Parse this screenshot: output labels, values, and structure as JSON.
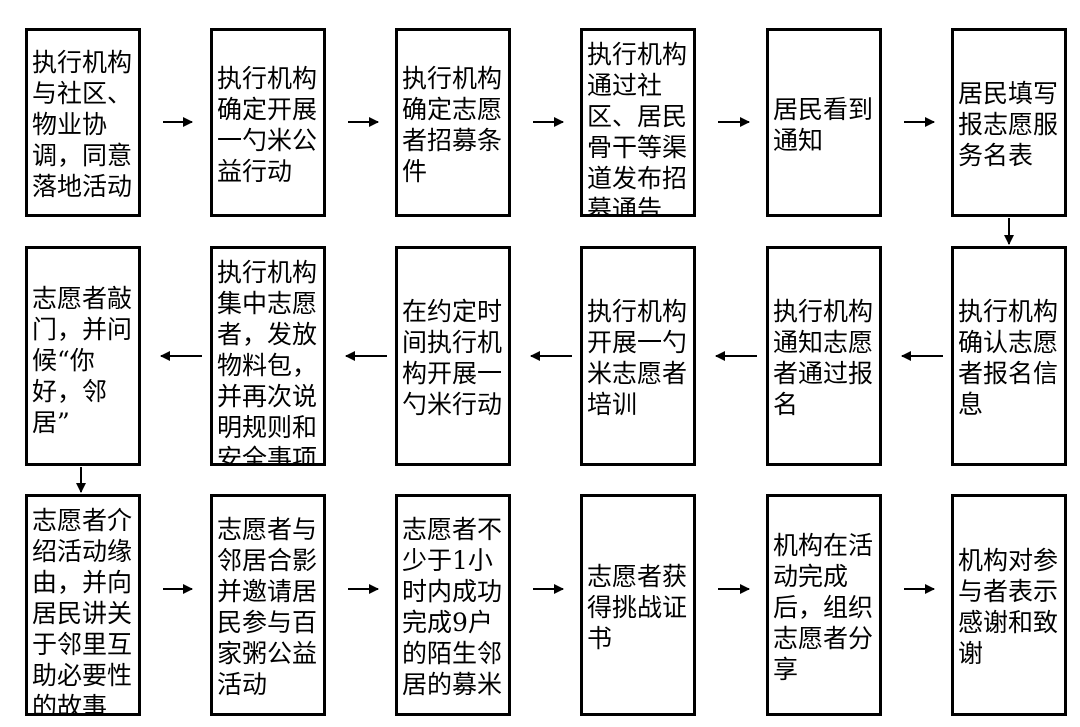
{
  "steps": [
    {
      "id": "s1",
      "text": "执行机构与社区、物业协调，同意落地活动"
    },
    {
      "id": "s2",
      "text": "执行机构确定开展一勺米公益行动"
    },
    {
      "id": "s3",
      "text": "执行机构确定志愿者招募条件"
    },
    {
      "id": "s4",
      "text": "执行机构通过社区、居民骨干等渠道发布招募通告"
    },
    {
      "id": "s5",
      "text": "居民看到通知"
    },
    {
      "id": "s6",
      "text": "居民填写报志愿服务名表"
    },
    {
      "id": "s7",
      "text": "执行机构确认志愿者报名信息"
    },
    {
      "id": "s8",
      "text": "执行机构通知志愿者通过报名"
    },
    {
      "id": "s9",
      "text": "执行机构开展一勺米志愿者培训"
    },
    {
      "id": "s10",
      "text": "在约定时间执行机构开展一勺米行动"
    },
    {
      "id": "s11",
      "text": "执行机构集中志愿者，发放物料包，并再次说明规则和安全事项"
    },
    {
      "id": "s12",
      "text": "志愿者敲门，并问候“你好，邻居”"
    },
    {
      "id": "s13",
      "text": "志愿者介绍活动缘由，并向居民讲关于邻里互助必要性的故事"
    },
    {
      "id": "s14",
      "text": "志愿者与邻居合影并邀请居民参与百家粥公益活动"
    },
    {
      "id": "s15",
      "text": "志愿者不少于1小时内成功完成9户的陌生邻居的募米"
    },
    {
      "id": "s16",
      "text": "志愿者获得挑战证书"
    },
    {
      "id": "s17",
      "text": "机构在活动完成后，组织志愿者分享"
    },
    {
      "id": "s18",
      "text": "机构对参与者表示感谢和致谢"
    }
  ],
  "flow": [
    [
      "s1",
      "s2"
    ],
    [
      "s2",
      "s3"
    ],
    [
      "s3",
      "s4"
    ],
    [
      "s4",
      "s5"
    ],
    [
      "s5",
      "s6"
    ],
    [
      "s6",
      "s7"
    ],
    [
      "s7",
      "s8"
    ],
    [
      "s8",
      "s9"
    ],
    [
      "s9",
      "s10"
    ],
    [
      "s10",
      "s11"
    ],
    [
      "s11",
      "s12"
    ],
    [
      "s12",
      "s13"
    ],
    [
      "s13",
      "s14"
    ],
    [
      "s14",
      "s15"
    ],
    [
      "s15",
      "s16"
    ],
    [
      "s16",
      "s17"
    ],
    [
      "s17",
      "s18"
    ]
  ]
}
